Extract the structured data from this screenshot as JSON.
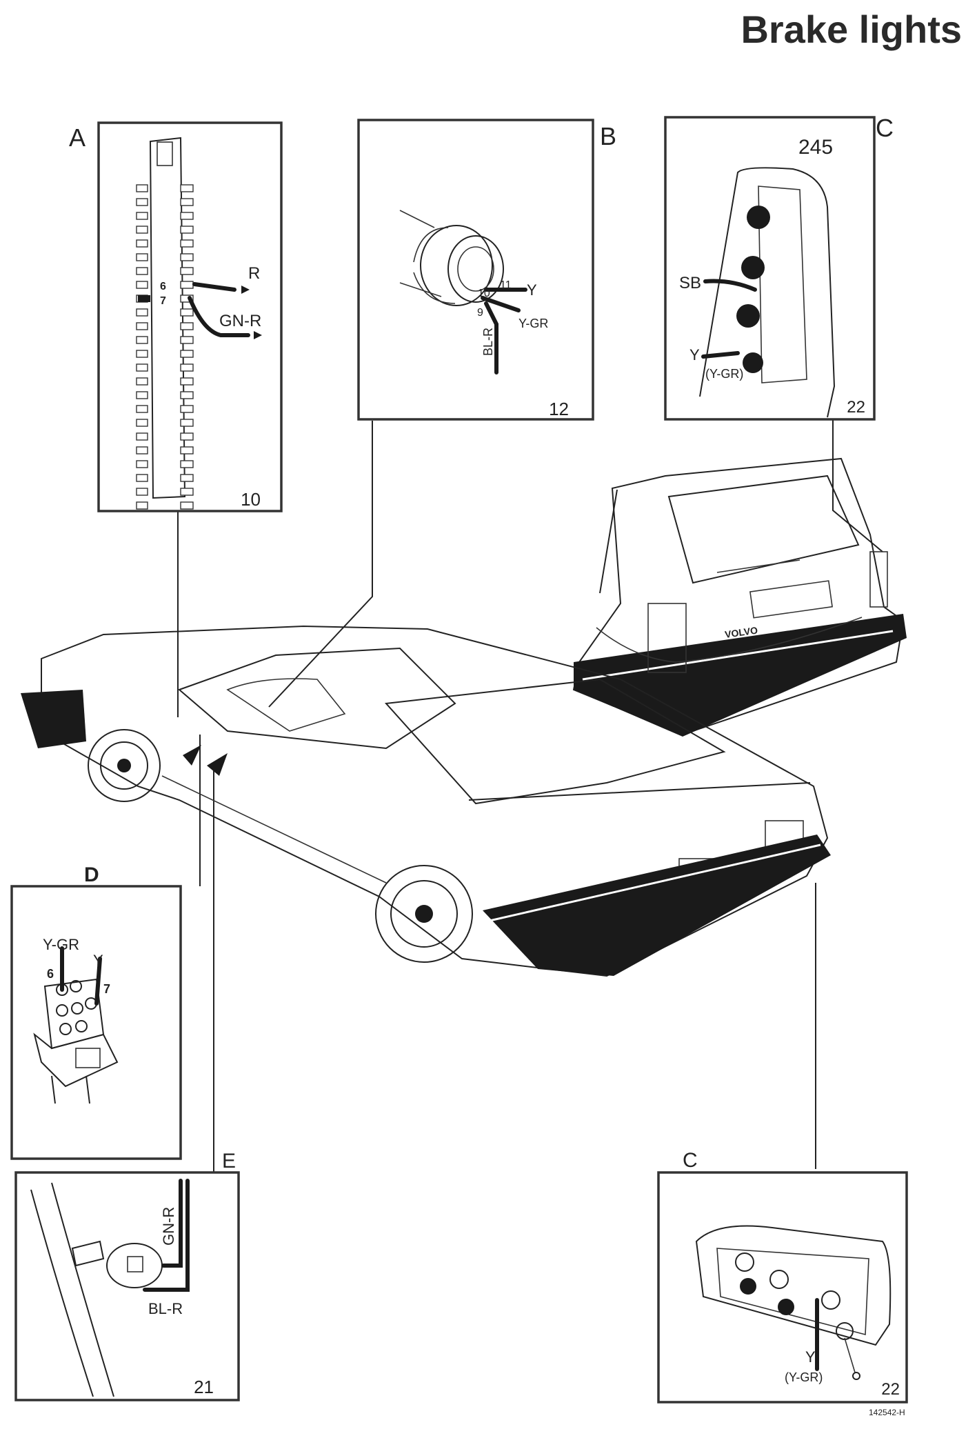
{
  "title": "Brake lights",
  "panels": {
    "a": {
      "letter": "A",
      "number": "10",
      "wire_top": "R",
      "wire_bottom": "GN-R",
      "pin_top": "6",
      "pin_bottom": "7"
    },
    "b": {
      "letter": "B",
      "number": "12",
      "wire_y": "Y",
      "wire_ygr": "Y-GR",
      "wire_blr": "BL-R",
      "pin_9": "9",
      "pin_10": "10",
      "pin_11": "11"
    },
    "c_top": {
      "letter": "C",
      "model": "245",
      "number": "22",
      "wire_sb": "SB",
      "wire_y": "Y",
      "wire_ygr": "(Y-GR)"
    },
    "d": {
      "letter": "D",
      "wire_ygr": "Y-GR",
      "wire_y": "Y",
      "pin_6": "6",
      "pin_7": "7"
    },
    "e": {
      "letter": "E",
      "number": "21",
      "wire_gnr": "GN-R",
      "wire_blr": "BL-R"
    },
    "c_bottom": {
      "letter": "C",
      "number": "22",
      "wire_y": "Y",
      "wire_ygr": "(Y-GR)"
    }
  },
  "car_badge": "VOLVO",
  "figure_code": "142542-H"
}
